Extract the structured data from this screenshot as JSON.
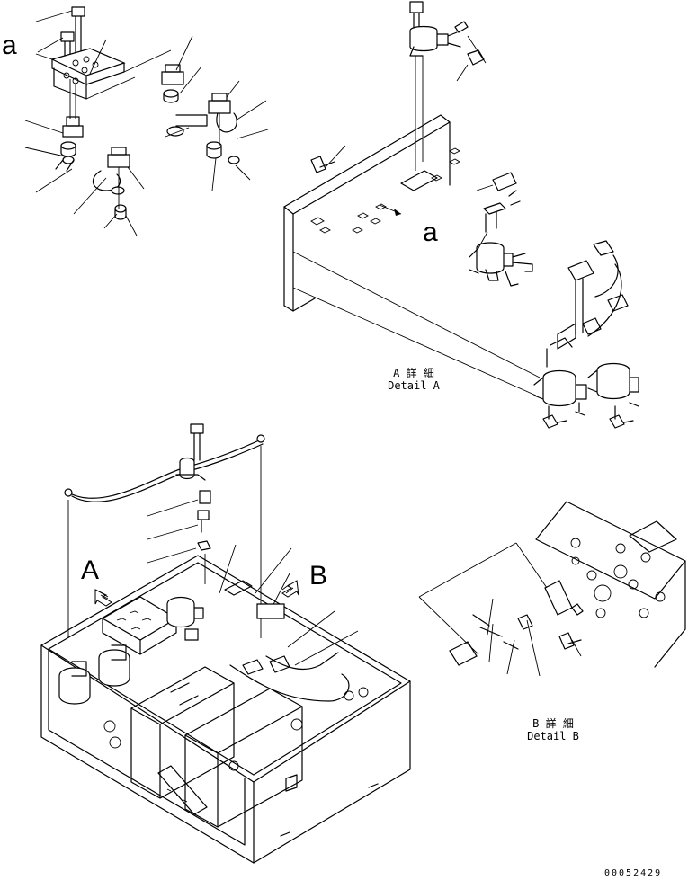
{
  "labels": {
    "view_a_marker": "a",
    "view_a_marker_detail": "a",
    "view_A": "A",
    "view_B": "B"
  },
  "captions": {
    "detail_a_jp": "A 詳 細",
    "detail_a_en": "Detail A",
    "detail_b_jp": "B 詳 細",
    "detail_b_en": "Detail B"
  },
  "drawing_number": "00052429",
  "colors": {
    "line": "#000000",
    "background": "#ffffff"
  }
}
